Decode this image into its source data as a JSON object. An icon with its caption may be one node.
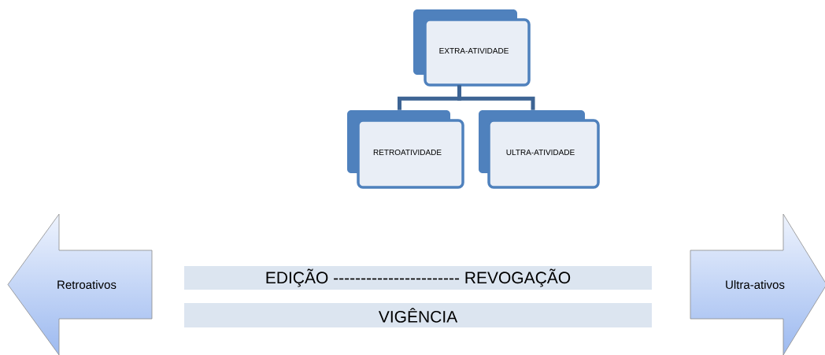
{
  "diagram": {
    "nodes": [
      {
        "text": [
          "EXTRA-ATIVIDADE"
        ]
      },
      {
        "text": [
          "RETROATIVIDADE"
        ]
      },
      {
        "text": [
          "ULTRA-ATIVIDADE"
        ]
      },
      {
        "text": [
          "Retroativos"
        ]
      },
      {
        "text": [
          "EDIÇÃO ----------------------- REVOGAÇÃO"
        ]
      },
      {
        "text": [
          "VIGÊNCIA"
        ]
      },
      {
        "text": [
          "Ultra-ativos"
        ]
      }
    ],
    "edges": [
      {
        "from": 0,
        "to": 1,
        "arrow": "none"
      },
      {
        "from": 0,
        "to": 2,
        "arrow": "none"
      }
    ]
  }
}
